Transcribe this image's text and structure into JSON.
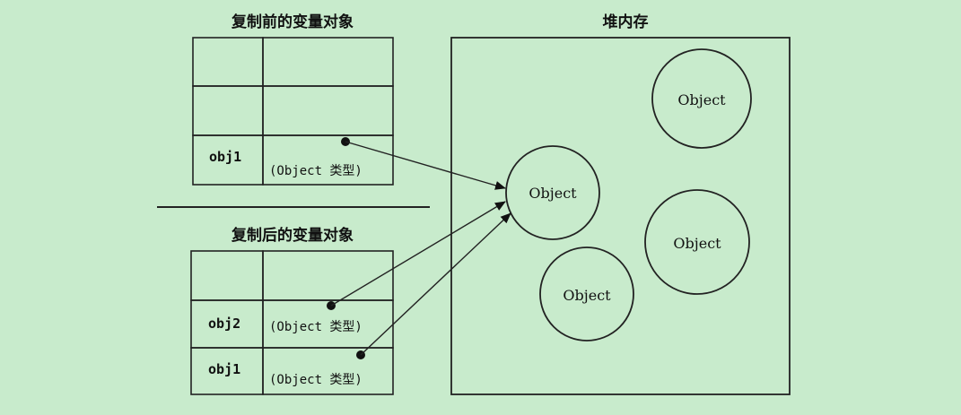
{
  "before": {
    "title": "复制前的变量对象",
    "rows": [
      {
        "name": "",
        "value": ""
      },
      {
        "name": "",
        "value": ""
      },
      {
        "name": "obj1",
        "value": "(Object 类型)"
      }
    ]
  },
  "after": {
    "title": "复制后的变量对象",
    "rows": [
      {
        "name": "",
        "value": ""
      },
      {
        "name": "obj2",
        "value": "(Object 类型)"
      },
      {
        "name": "obj1",
        "value": "(Object 类型)"
      }
    ]
  },
  "heap": {
    "title": "堆内存",
    "objects": [
      {
        "label": "Object"
      },
      {
        "label": "Object"
      },
      {
        "label": "Object"
      },
      {
        "label": "Object"
      }
    ]
  }
}
